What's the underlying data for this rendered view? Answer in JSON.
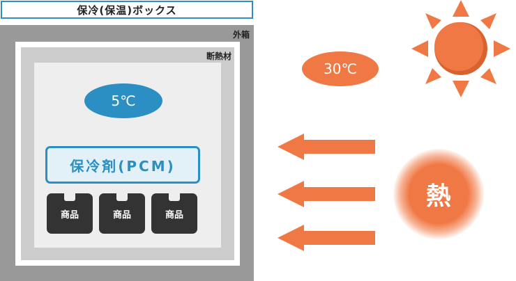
{
  "title": "保冷(保温)ボックス",
  "labels": {
    "outer_box": "外箱",
    "insulation": "断熱材",
    "pcm": "保冷剤(PCM)",
    "product": "商品"
  },
  "temperatures": {
    "inside": "5℃",
    "outside": "30℃"
  },
  "heat_label": "熱",
  "colors": {
    "blue": "#2b8fc4",
    "orange": "#f07844",
    "outer_box": "#999999",
    "insulation": "#cccccc",
    "inner": "#eeeeee",
    "product": "#333333"
  },
  "icons": {
    "sun": "sun-icon",
    "arrows": "arrow-left-icon"
  }
}
